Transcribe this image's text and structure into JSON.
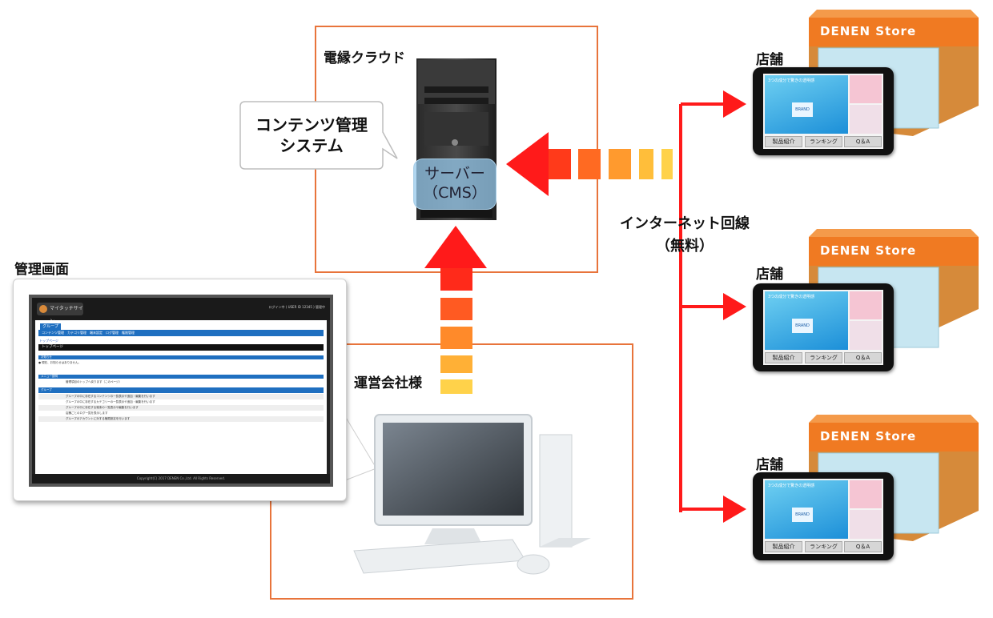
{
  "labels": {
    "cloud": "電縁クラウド",
    "cms_line1": "サーバー",
    "cms_line2": "（CMS）",
    "cms_bubble_line1": "コンテンツ管理",
    "cms_bubble_line2": "システム",
    "admin_screen": "管理画面",
    "operator": "運営会社様",
    "internet_line1": "インターネット回線",
    "internet_line2": "（無料）",
    "store": "店舗",
    "store_sign": "DENEN Store"
  },
  "tablet": {
    "ad_title": "3つの成分で驚きの透明感",
    "brand": "BRAND",
    "buttons": [
      "製品紹介",
      "ランキング",
      "Q＆A"
    ]
  },
  "admin_screen": {
    "logo": "マイタッチサイン",
    "top_right": "ログイン中  ( USER ID 12345 ) 管理中",
    "tab": "グループ",
    "nav": "コンテンツ管理　カテゴリ管理　端末設定　ログ管理　権限管理",
    "breadcrumb": "トップページ",
    "section_title": "トップページ",
    "notice_header": "お知らせ",
    "notice_text": "● 現在、お知らせはありません。",
    "menu_header": "メニュー説明",
    "menu_text": "管理項目のトップへ戻ります（このページ）",
    "group_header": "グループ",
    "rows": [
      "グループの中に存在するコンテンツの一覧表示や追加・編集を行います",
      "グループの中に存在するカテゴリーの一覧表示や追加・編集を行います",
      "グループの中に存在する端末の一覧表示や編集を行います",
      "店舗ごとのログ一覧を表示します",
      "グループのアカウントに対する権限設定を行います"
    ],
    "footer": "Copyright(C) 2017 DENEN Co.,Ltd. All Rights Reserved."
  }
}
